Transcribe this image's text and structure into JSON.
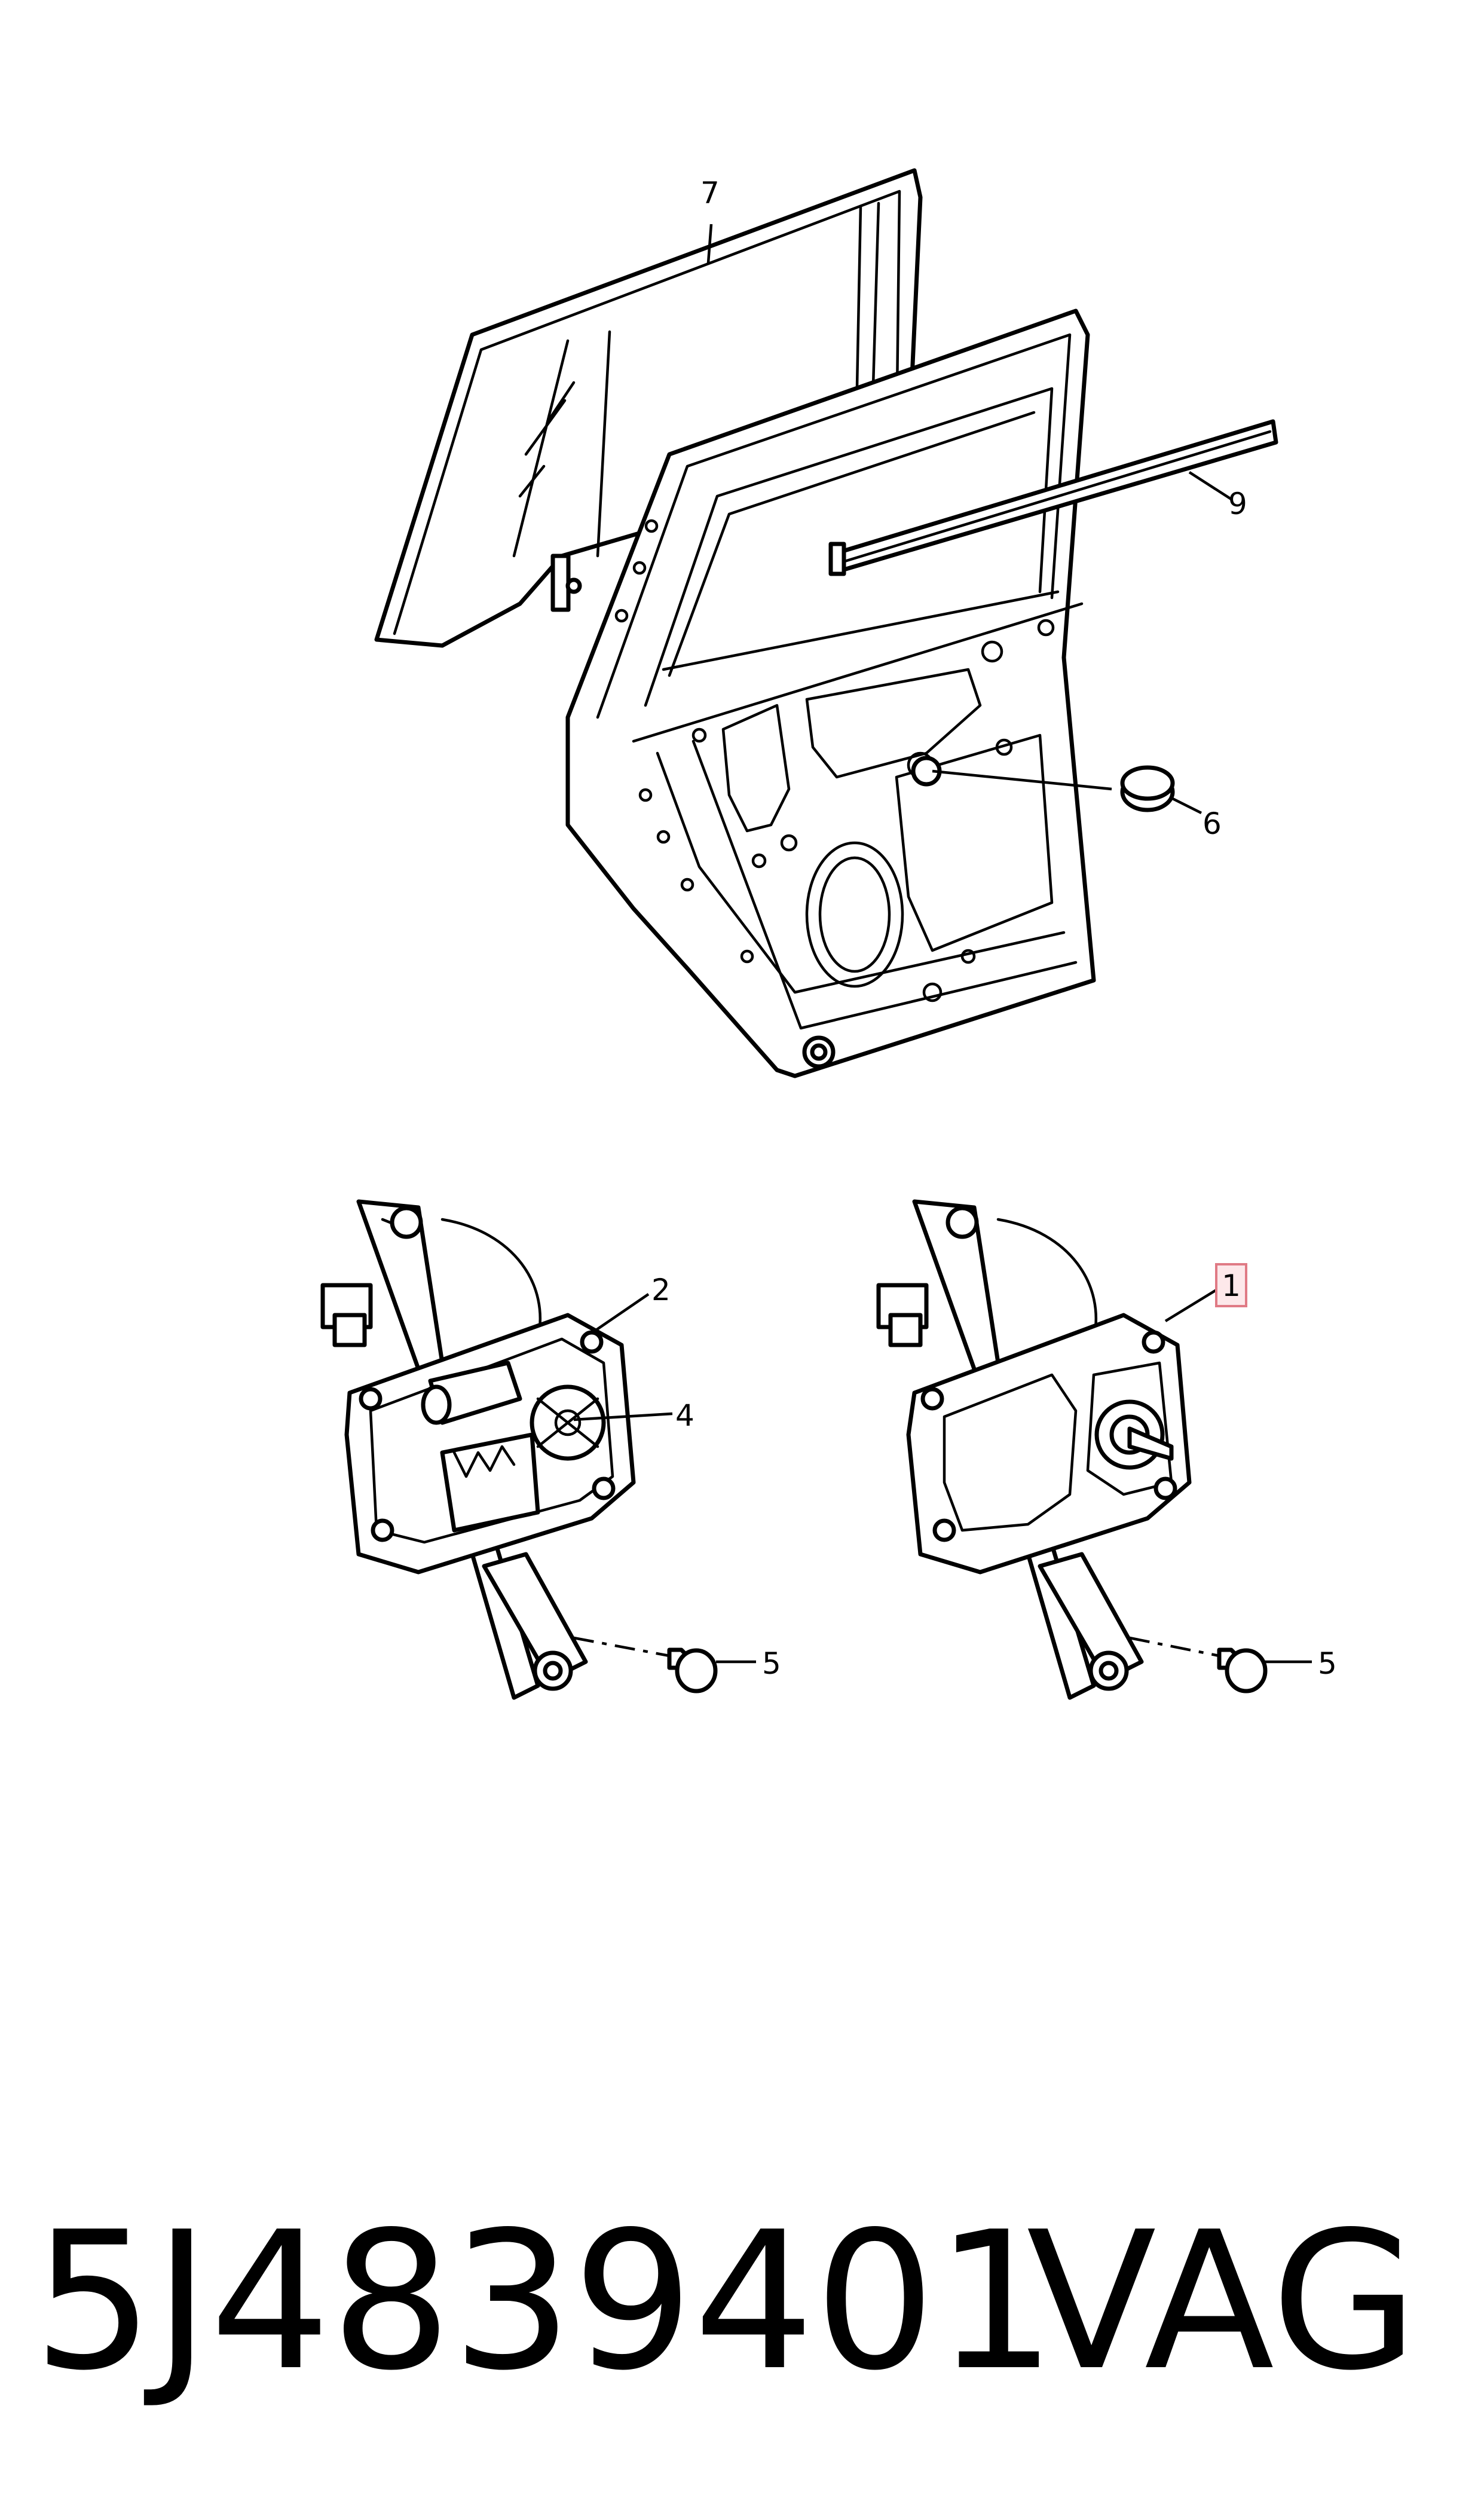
{
  "callouts": {
    "c7": "7",
    "c9": "9",
    "c6": "6",
    "c2": "2",
    "c4": "4",
    "c1": "1",
    "c5a": "5",
    "c5b": "5"
  },
  "footer": {
    "part_number": "5J4839401",
    "brand": "VAG"
  },
  "colors": {
    "line": "#000000",
    "background": "#ffffff",
    "highlight_fill": "#fde8ea",
    "highlight_stroke": "#e07a85"
  }
}
